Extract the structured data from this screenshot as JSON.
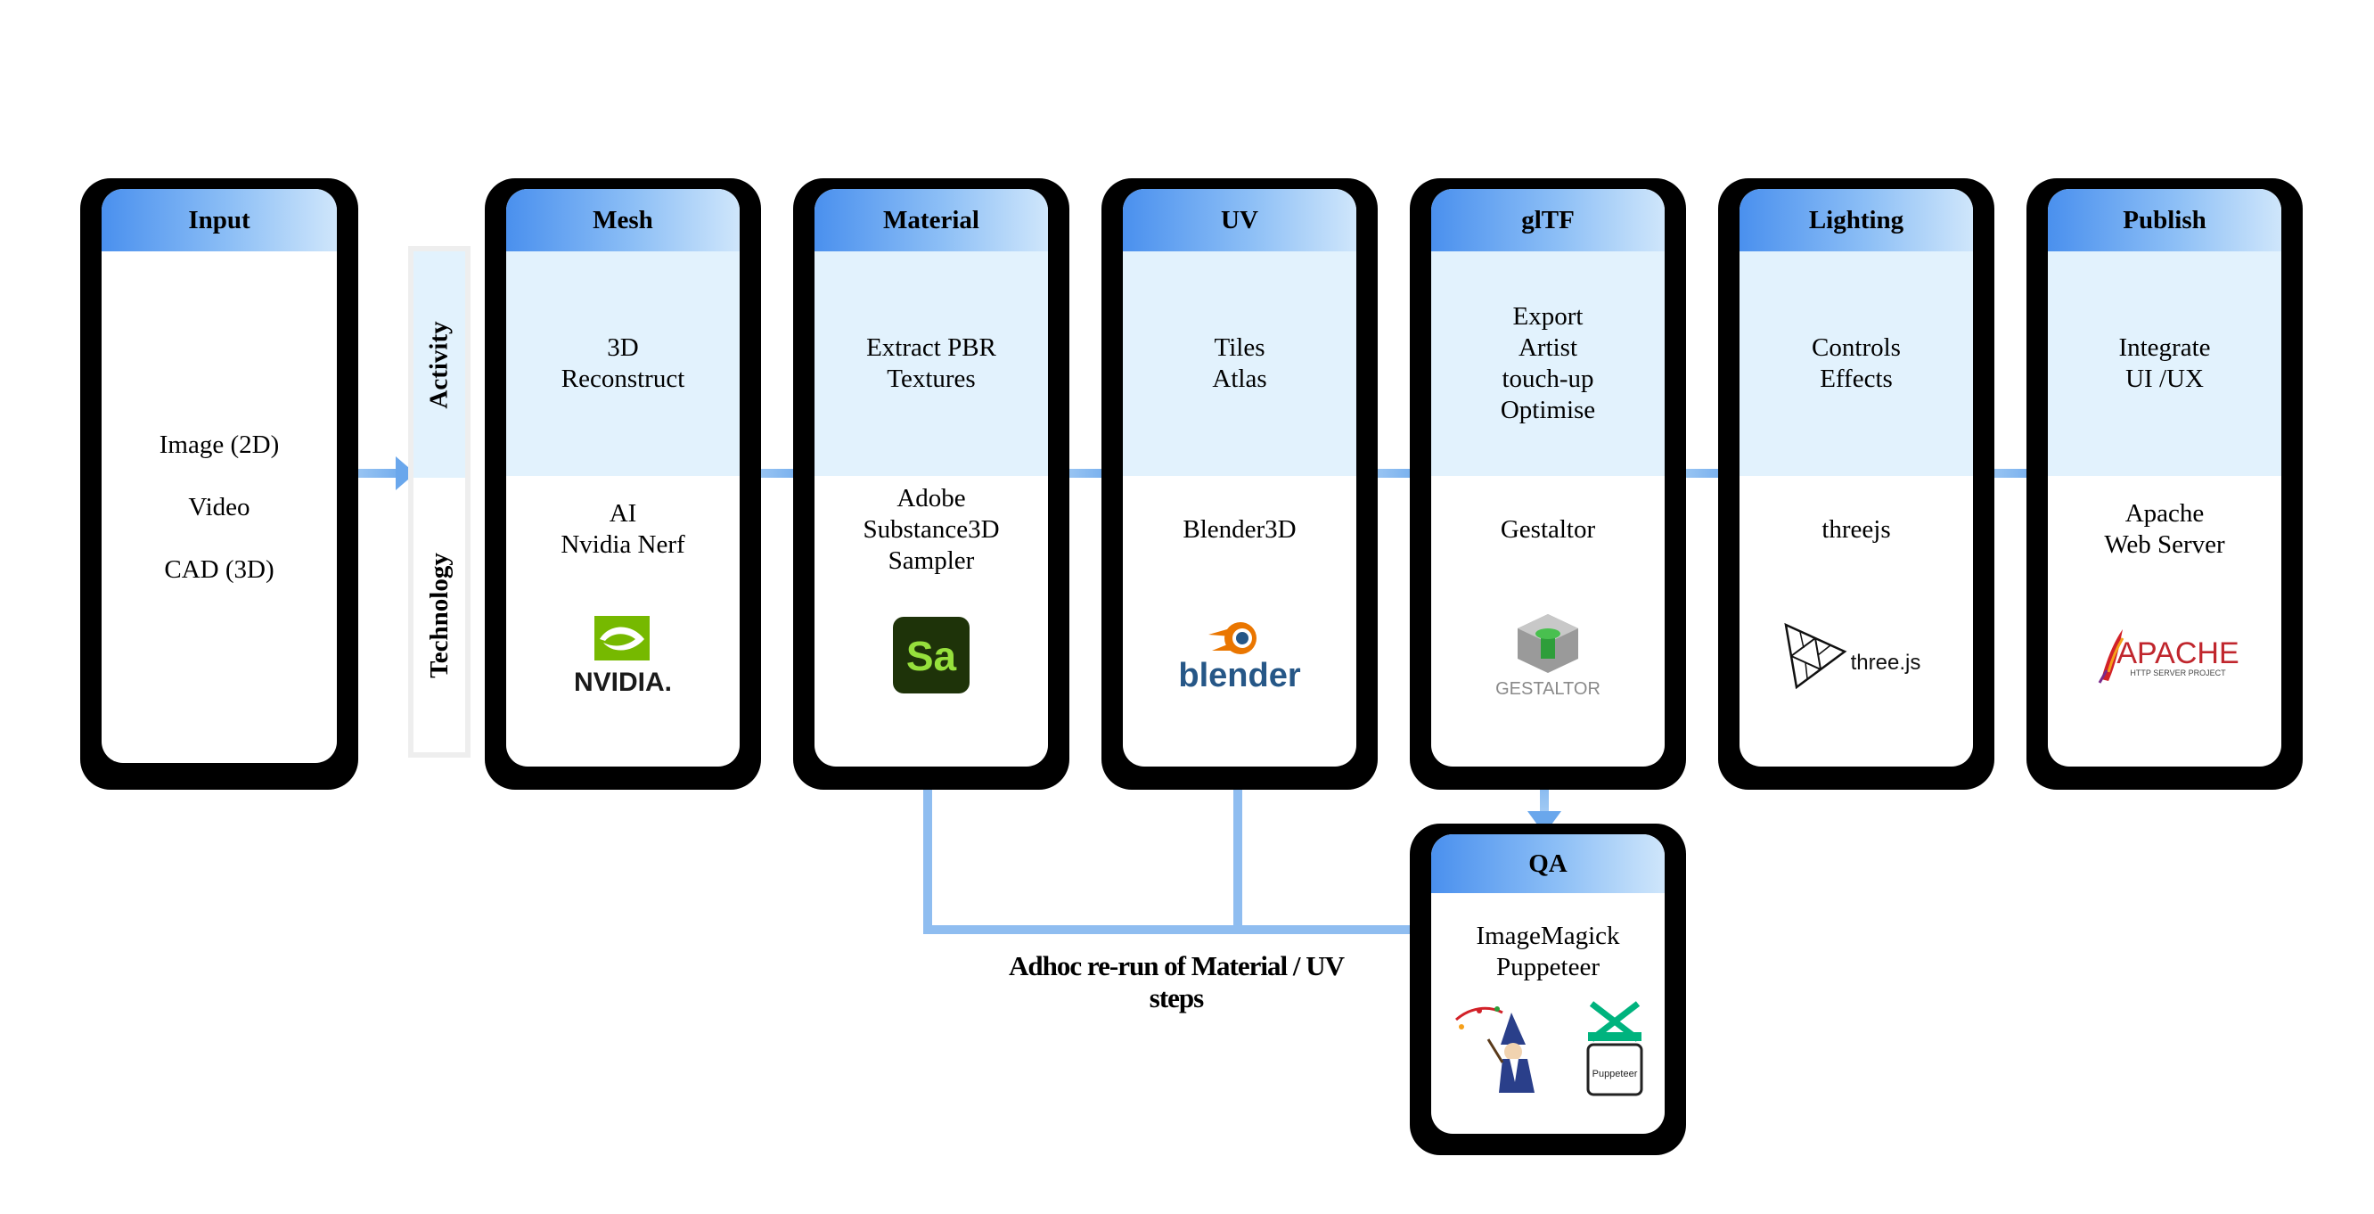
{
  "input": {
    "title": "Input",
    "items": [
      "Image (2D)",
      "Video",
      "CAD (3D)"
    ]
  },
  "side_labels": {
    "activity": "Activity",
    "technology": "Technology"
  },
  "stages": [
    {
      "title": "Mesh",
      "activity": [
        "3D",
        "Reconstruct"
      ],
      "technology": [
        "AI",
        "Nvidia Nerf"
      ],
      "logo": "nvidia-logo",
      "logo_text": "NVIDIA."
    },
    {
      "title": "Material",
      "activity": [
        "Extract PBR",
        "Textures"
      ],
      "technology": [
        "Adobe",
        "Substance3D",
        "Sampler"
      ],
      "logo": "substance-sampler-logo",
      "logo_text": "Sa"
    },
    {
      "title": "UV",
      "activity": [
        "Tiles",
        "Atlas"
      ],
      "technology": [
        "Blender3D"
      ],
      "logo": "blender-logo",
      "logo_text": "blender"
    },
    {
      "title": "glTF",
      "activity": [
        "Export",
        "Artist",
        "touch-up",
        "Optimise"
      ],
      "technology": [
        "Gestaltor"
      ],
      "logo": "gestaltor-logo",
      "logo_text": "GESTALTOR"
    },
    {
      "title": "Lighting",
      "activity": [
        "Controls",
        "Effects"
      ],
      "technology": [
        "threejs"
      ],
      "logo": "threejs-logo",
      "logo_text": "three.js"
    },
    {
      "title": "Publish",
      "activity": [
        "Integrate",
        "UI /UX"
      ],
      "technology": [
        "Apache",
        "Web Server"
      ],
      "logo": "apache-logo",
      "logo_text": "APACHE",
      "logo_subtext": "HTTP SERVER PROJECT"
    }
  ],
  "qa": {
    "title": "QA",
    "technology": [
      "ImageMagick",
      "Puppeteer"
    ],
    "logos": [
      "imagemagick-logo",
      "puppeteer-logo"
    ],
    "puppeteer_text": "Puppeteer"
  },
  "caption": "Adhoc re-run of Material / UV steps",
  "colors": {
    "header_start": "#4a90ee",
    "header_end": "#cfe6fb",
    "activity_bg": "#e2f2fd",
    "arrow": "#7fb6ee",
    "card_frame": "#000000"
  }
}
